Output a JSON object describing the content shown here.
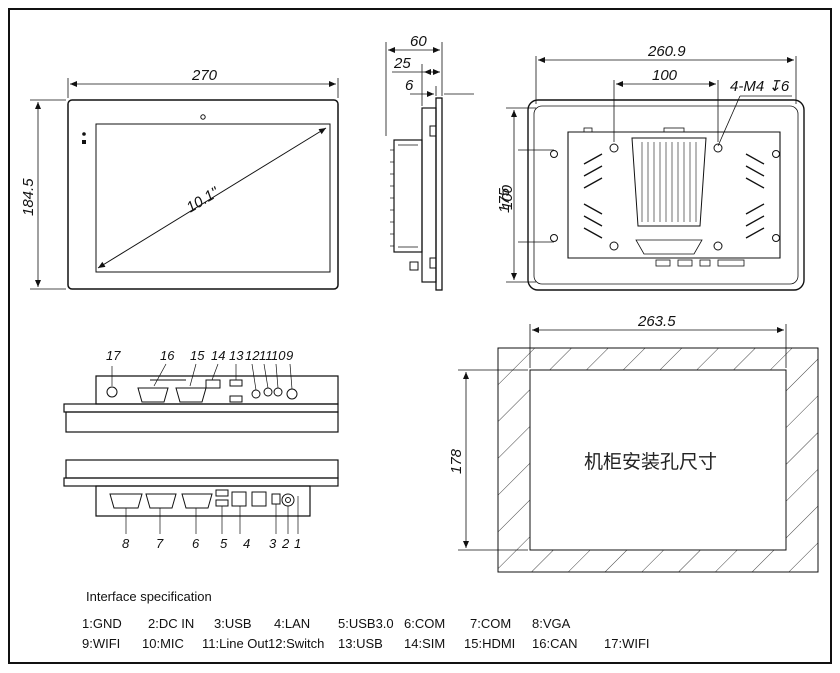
{
  "dimensions": {
    "front_width": "270",
    "front_height": "184.5",
    "diagonal": "10.1\"",
    "side_depth_total": "60",
    "side_depth_mid": "25",
    "side_depth_front": "6",
    "rear_width": "260.9",
    "rear_hole_spacing_x": "100",
    "rear_mount_screw": "4-M4 ↧6",
    "rear_height": "175",
    "rear_hole_spacing_y": "100",
    "cutout_width": "263.5",
    "cutout_height": "178"
  },
  "cutout_label": "机柜安装孔尺寸",
  "top_callouts": [
    "17",
    "16",
    "15",
    "14",
    "13",
    "12",
    "11",
    "10",
    "9"
  ],
  "bottom_callouts": [
    "8",
    "7",
    "6",
    "5",
    "4",
    "3",
    "2",
    "1"
  ],
  "spec_title": "Interface specification",
  "spec_row1": [
    "1:GND",
    "2:DC IN",
    "3:USB",
    "4:LAN",
    "5:USB3.0",
    "6:COM",
    "7:COM",
    "8:VGA"
  ],
  "spec_row2": [
    "9:WIFI",
    "10:MIC",
    "11:Line Out",
    "12:Switch",
    "13:USB",
    "14:SIM",
    "15:HDMI",
    "16:CAN",
    "17:WIFI"
  ]
}
